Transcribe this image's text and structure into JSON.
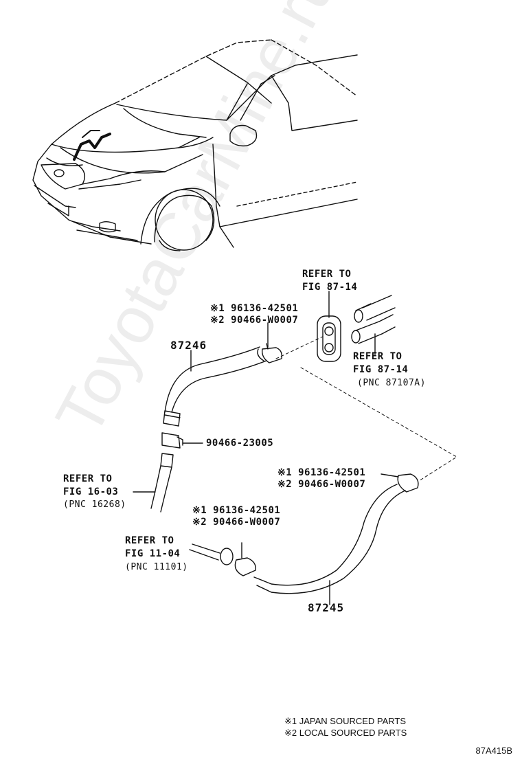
{
  "watermark": "ToyotaCarMine.ru",
  "labels": {
    "refer_8714_top_a": "REFER TO",
    "refer_8714_top_b": "FIG 87-14",
    "clip_top_a": "※1 96136-42501",
    "clip_top_b": "※2 90466-W0007",
    "part_87246": "87246",
    "refer_8714_bot_a": "REFER TO",
    "refer_8714_bot_b": "FIG 87-14",
    "refer_8714_bot_c": "(PNC 87107A)",
    "clamp_23005": "90466-23005",
    "refer_1603_a": "REFER TO",
    "refer_1603_b": "FIG 16-03",
    "refer_1603_c": "(PNC 16268)",
    "clip_right_a": "※1 96136-42501",
    "clip_right_b": "※2 90466-W0007",
    "clip_mid_a": "※1 96136-42501",
    "clip_mid_b": "※2 90466-W0007",
    "refer_1104_a": "REFER TO",
    "refer_1104_b": "FIG 11-04",
    "refer_1104_c": "(PNC 11101)",
    "part_87245": "87245"
  },
  "notes": {
    "japan": "※1 JAPAN SOURCED PARTS",
    "local": "※2 LOCAL SOURCED PARTS"
  },
  "figure_code": "87A415B"
}
